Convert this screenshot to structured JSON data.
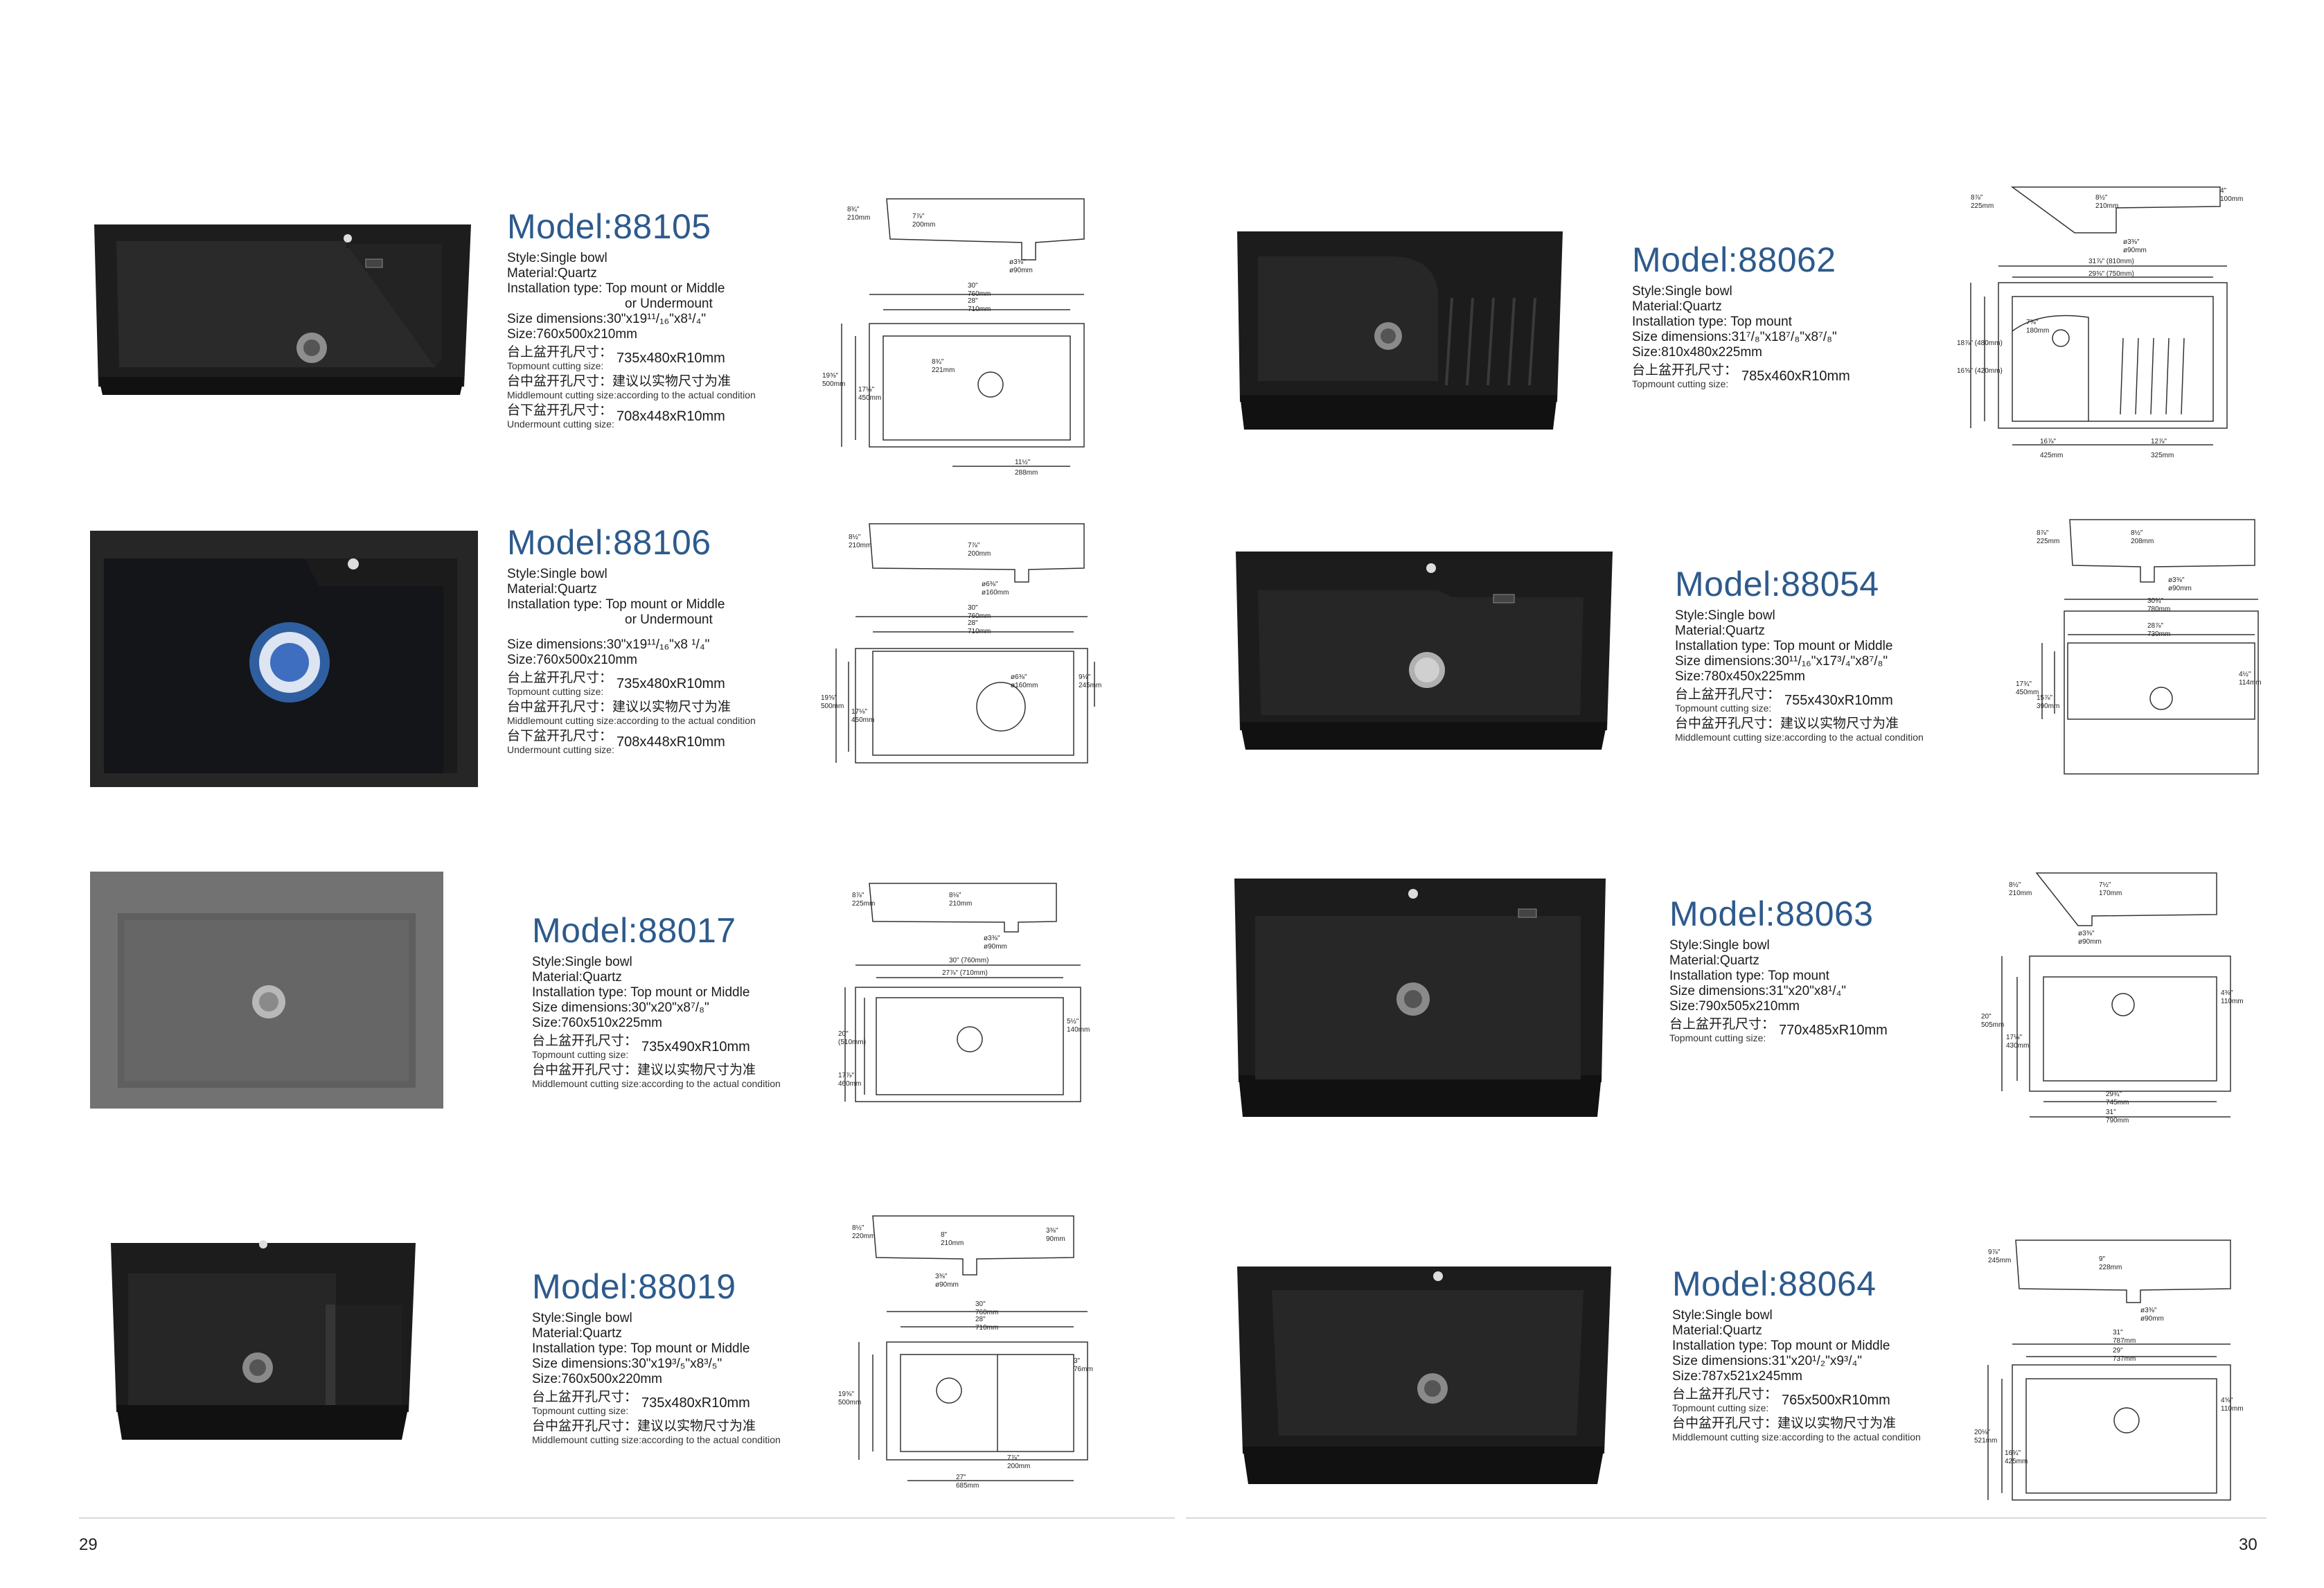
{
  "pages": [
    {
      "number": "29"
    },
    {
      "number": "30"
    }
  ],
  "products": [
    {
      "model": "Model:88105",
      "style": "Style:Single bowl",
      "material": "Material:Quartz",
      "installation": "Installation type: Top mount or Middle",
      "installation_cont": "or  Undermount",
      "dimensions": "Size dimensions:30\"x19¹¹/₁₆\"x8¹/₄\"",
      "size": "Size:760x500x210mm",
      "top_cn": "台上盆开孔尺寸：",
      "top_en": "Topmount cutting size:",
      "top_val": "735x480xR10mm",
      "mid_cn": "台中盆开孔尺寸：",
      "mid_val": "建议以实物尺寸为准",
      "mid_en": "Middlemount cutting size:according to the actual condition",
      "under_cn": "台下盆开孔尺寸：",
      "under_val": "708x448xR10mm",
      "under_en": "Undermount cutting size:"
    },
    {
      "model": "Model:88106",
      "style": "Style:Single bowl",
      "material": "Material:Quartz",
      "installation": "Installation type: Top mount or Middle",
      "installation_cont": "or  Undermount",
      "dimensions": "Size dimensions:30\"x19¹¹/₁₆\"x8   ¹/₄\"",
      "size": "Size:760x500x210mm",
      "top_cn": "台上盆开孔尺寸：",
      "top_en": "Topmount cutting size:",
      "top_val": "735x480xR10mm",
      "mid_cn": "台中盆开孔尺寸：",
      "mid_val": "建议以实物尺寸为准",
      "mid_en": "Middlemount cutting size:according to the actual condition",
      "under_cn": "台下盆开孔尺寸：",
      "under_val": "708x448xR10mm",
      "under_en": "Undermount cutting size:"
    },
    {
      "model": "Model:88017",
      "style": "Style:Single bowl",
      "material": "Material:Quartz",
      "installation": "Installation type: Top mount or Middle",
      "dimensions": "Size dimensions:30\"x20\"x8⁷/₈\"",
      "size": "Size:760x510x225mm",
      "top_cn": "台上盆开孔尺寸：",
      "top_en": "Topmount cutting size:",
      "top_val": "735x490xR10mm",
      "mid_cn": "台中盆开孔尺寸：",
      "mid_val": "建议以实物尺寸为准",
      "mid_en": "Middlemount cutting size:according to the actual condition"
    },
    {
      "model": "Model:88019",
      "style": "Style:Single bowl",
      "material": "Material:Quartz",
      "installation": "Installation type: Top mount or Middle",
      "dimensions": "Size dimensions:30\"x19³/₅\"x8³/₅\"",
      "size": "Size:760x500x220mm",
      "top_cn": "台上盆开孔尺寸：",
      "top_en": "Topmount cutting size:",
      "top_val": "735x480xR10mm",
      "mid_cn": "台中盆开孔尺寸：",
      "mid_val": "建议以实物尺寸为准",
      "mid_en": "Middlemount cutting size:according to the actual condition"
    },
    {
      "model": "Model:88062",
      "style": "Style:Single bowl",
      "material": "Material:Quartz",
      "installation": "Installation type: Top mount",
      "dimensions": "Size dimensions:31⁷/₈\"x18⁷/₈\"x8⁷/₈\"",
      "size": "Size:810x480x225mm",
      "top_cn": "台上盆开孔尺寸：",
      "top_en": "Topmount cutting size:",
      "top_val": "785x460xR10mm"
    },
    {
      "model": "Model:88054",
      "style": "Style:Single bowl",
      "material": "Material:Quartz",
      "installation": "Installation type: Top mount or Middle",
      "dimensions": "Size dimensions:30¹¹/₁₆\"x17³/₄\"x8⁷/₈\"",
      "size": "Size:780x450x225mm",
      "top_cn": "台上盆开孔尺寸：",
      "top_en": "Topmount cutting size:",
      "top_val": "755x430xR10mm",
      "mid_cn": "台中盆开孔尺寸：",
      "mid_val": "建议以实物尺寸为准",
      "mid_en": "Middlemount cutting size:according to the actual condition"
    },
    {
      "model": "Model:88063",
      "style": "Style:Single bowl",
      "material": "Material:Quartz",
      "installation": "Installation type: Top mount",
      "dimensions": "Size dimensions:31\"x20\"x8¹/₄\"",
      "size": "Size:790x505x210mm",
      "top_cn": "台上盆开孔尺寸：",
      "top_en": "Topmount cutting size:",
      "top_val": "770x485xR10mm"
    },
    {
      "model": "Model:88064",
      "style": "Style:Single bowl",
      "material": "Material:Quartz",
      "installation": "Installation type: Top mount or Middle",
      "dimensions": "Size dimensions:31\"x20¹/₂\"x9³/₄\"",
      "size": "Size:787x521x245mm",
      "top_cn": "台上盆开孔尺寸：",
      "top_en": "Topmount cutting size:",
      "top_val": "765x500xR10mm",
      "mid_cn": "台中盆开孔尺寸：",
      "mid_val": "建议以实物尺寸为准",
      "mid_en": "Middlemount cutting size:according to the actual condition"
    }
  ],
  "drawings": [
    {
      "labels": [
        "8¾\"",
        "210mm",
        "7⅞\"",
        "200mm",
        "ø3⅜\"",
        "ø90mm",
        "30\"",
        "760mm",
        "28\"",
        "710mm",
        "19⅝\"",
        "500mm",
        "17⅛\"",
        "450mm",
        "8¾\"",
        "221mm",
        "11½\"",
        "288mm"
      ]
    },
    {
      "labels": [
        "8½\"",
        "210mm",
        "7⅞\"",
        "200mm",
        "ø6⅜\"",
        "ø160mm",
        "30\"",
        "760mm",
        "28\"",
        "710mm",
        "19⅝\"",
        "500mm",
        "17⅛\"",
        "450mm",
        "ø6⅜\"",
        "ø160mm",
        "9⅛\"",
        "245mm"
      ]
    },
    {
      "labels": [
        "8⅞\"",
        "225mm",
        "8⅛\"",
        "210mm",
        "ø3⅜\"",
        "ø90mm",
        "30\" (760mm)",
        "27⅞\" (710mm)",
        "20\"",
        "(510mm)",
        "17⅞\"",
        "460mm",
        "5½\"",
        "140mm"
      ]
    },
    {
      "labels": [
        "8½\"",
        "220mm",
        "8\"",
        "210mm",
        "3⅜\"",
        "90mm",
        "3⅜\"",
        "ø90mm",
        "30\"",
        "760mm",
        "28\"",
        "710mm",
        "19⅝\"",
        "500mm",
        "3\"",
        "76mm",
        "7⅞\"",
        "200mm",
        "27\"",
        "685mm"
      ]
    },
    {
      "labels": [
        "8⅞\"",
        "225mm",
        "8½\"",
        "210mm",
        "4\"",
        "100mm",
        "ø3⅜\"",
        "ø90mm",
        "31⅞\" (810mm)",
        "29⅜\" (750mm)",
        "18⅞\" (480mm)",
        "16⅝\" (420mm)",
        "7⅜\"",
        "180mm",
        "16⅞\"",
        "425mm",
        "12⅞\"",
        "325mm"
      ]
    },
    {
      "labels": [
        "8⅞\"",
        "225mm",
        "8½\"",
        "208mm",
        "ø3⅜\"",
        "ø90mm",
        "30¾\"",
        "780mm",
        "28⅞\"",
        "730mm",
        "17¾\"",
        "450mm",
        "15⅞\"",
        "390mm",
        "4½\"",
        "114mm"
      ]
    },
    {
      "labels": [
        "8½\"",
        "210mm",
        "7½\"",
        "170mm",
        "ø3⅜\"",
        "ø90mm",
        "20\"",
        "505mm",
        "17⅛\"",
        "430mm",
        "4⅜\"",
        "110mm",
        "29¾\"",
        "745mm",
        "31\"",
        "790mm"
      ]
    },
    {
      "labels": [
        "9⅞\"",
        "245mm",
        "9\"",
        "228mm",
        "ø3⅜\"",
        "ø90mm",
        "31\"",
        "787mm",
        "29\"",
        "737mm",
        "20⅛\"",
        "521mm",
        "16¾\"",
        "425mm",
        "4⅝\"",
        "110mm"
      ]
    }
  ],
  "colors": {
    "model_blue": "#2d5a8c",
    "sink_black": "#1f1f1f",
    "sink_grey": "#6f6f6f"
  }
}
